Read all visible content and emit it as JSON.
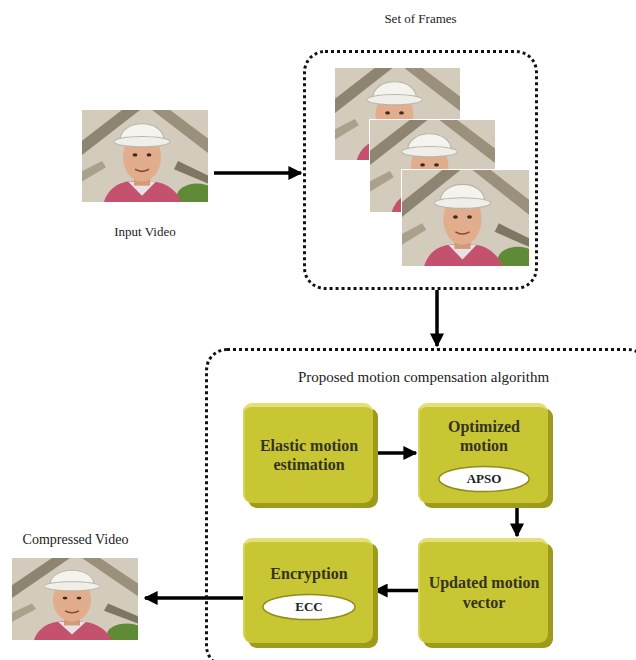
{
  "diagram": {
    "nodes": [
      {
        "text": [
          "Input Video"
        ]
      },
      {
        "text": [
          "Set of Frames"
        ]
      },
      {
        "text": [
          "Proposed motion compensation algorithm"
        ]
      },
      {
        "text": [
          "Elastic motion estimation"
        ],
        "in": 2
      },
      {
        "text": [
          "Optimized motion"
        ],
        "in": 2
      },
      {
        "text": [
          "APSO"
        ],
        "in": 4
      },
      {
        "text": [
          "Updated motion vector"
        ],
        "in": 2
      },
      {
        "text": [
          "Encryption"
        ],
        "in": 2
      },
      {
        "text": [
          "ECC"
        ],
        "in": 7
      },
      {
        "text": [
          "Compressed Video"
        ]
      }
    ],
    "edges": [
      {
        "from": 0,
        "to": 1,
        "arrow": "to"
      },
      {
        "from": 1,
        "to": 2,
        "arrow": "to"
      },
      {
        "from": 3,
        "to": 4,
        "arrow": "to"
      },
      {
        "from": 4,
        "to": 6,
        "arrow": "to"
      },
      {
        "from": 6,
        "to": 7,
        "arrow": "to"
      },
      {
        "from": 7,
        "to": 9,
        "arrow": "to"
      }
    ]
  }
}
